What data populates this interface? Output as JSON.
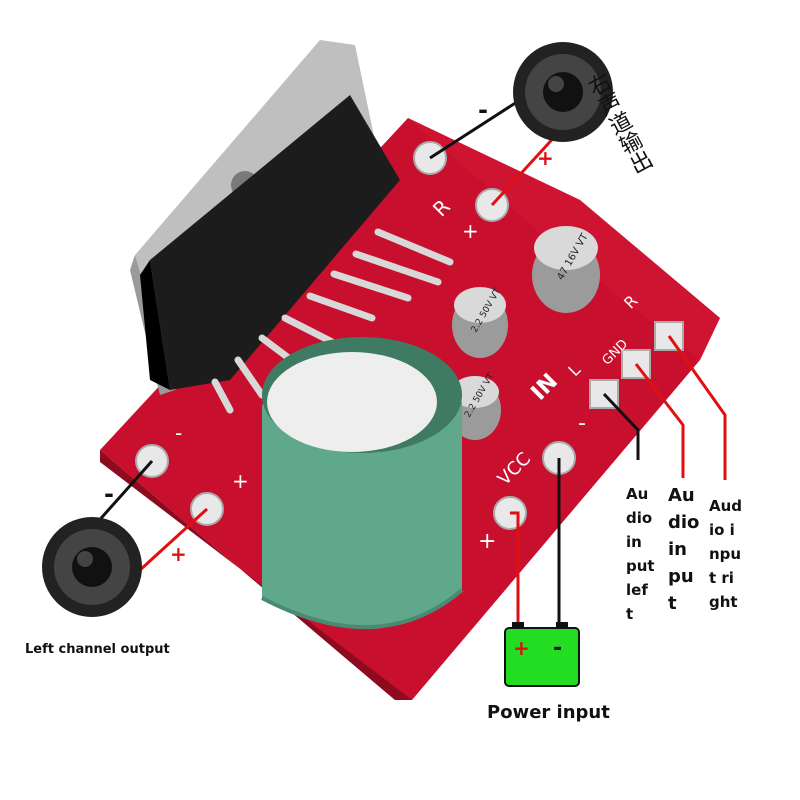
{
  "board": {
    "silk_r": "R",
    "silk_l": "L",
    "silk_in": "IN",
    "silk_gnd": "GND",
    "silk_r_in": "R",
    "silk_vcc": "VCC",
    "silk_plus": "+",
    "silk_minus": "-",
    "cap1": "47 16V VT",
    "cap2": "2.2 50V VT",
    "cap3": "2.2 50V VT",
    "colors": {
      "pcb": "#c8102e",
      "big_cap": "#5fa88b",
      "battery": "#22dd22",
      "wire_red": "#e01010"
    }
  },
  "labels": {
    "right_output_cn": "右声道输出",
    "left_output": "Left channel output",
    "power_input": "Power input",
    "speaker_minus": "-",
    "speaker_plus": "+",
    "audio_left": [
      "Au",
      "dio",
      "in",
      "put",
      "lef",
      "t"
    ],
    "audio_gnd": [
      "Au",
      "dio",
      "in",
      "pu",
      "t"
    ],
    "audio_right": [
      "Aud",
      "io i",
      "npu",
      "t ri",
      "ght"
    ],
    "battery_plus": "+",
    "battery_minus": "-"
  },
  "icons": [
    "speaker-icon",
    "battery-icon"
  ]
}
